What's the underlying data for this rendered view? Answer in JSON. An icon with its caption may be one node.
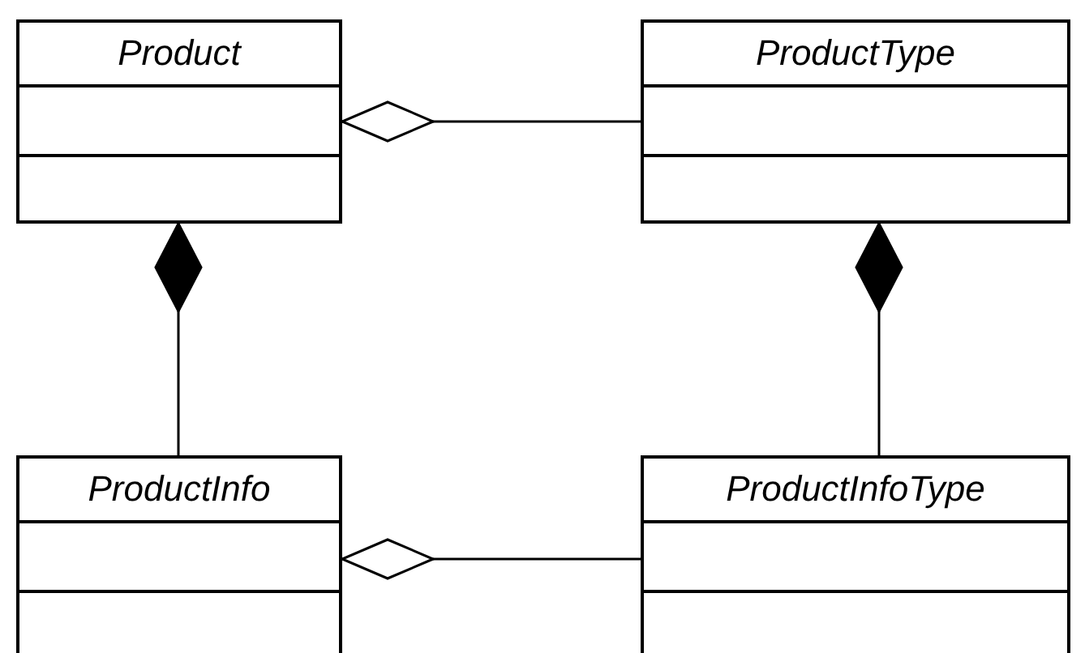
{
  "diagram": {
    "nodes": [
      {
        "text": [
          "Product"
        ]
      },
      {
        "text": [
          "ProductType"
        ]
      },
      {
        "text": [
          "ProductInfo"
        ]
      },
      {
        "text": [
          "ProductInfoType"
        ]
      }
    ],
    "edges": [
      {
        "from": 1,
        "to": 0,
        "arrow": "other"
      },
      {
        "from": 2,
        "to": 0,
        "arrow": "other"
      },
      {
        "from": 3,
        "to": 1,
        "arrow": "other"
      },
      {
        "from": 3,
        "to": 2,
        "arrow": "other"
      }
    ]
  }
}
